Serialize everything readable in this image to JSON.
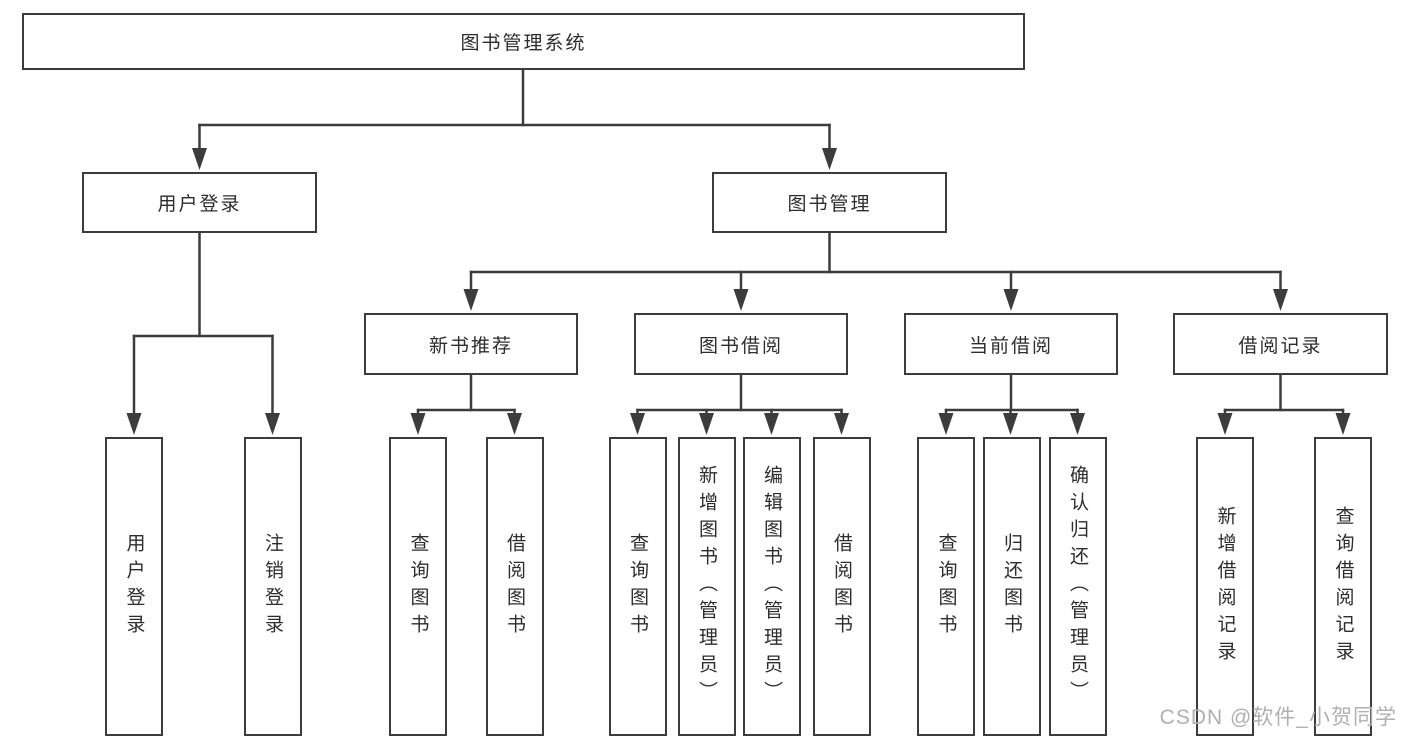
{
  "tree": {
    "root": {
      "label": "图书管理系统"
    },
    "children": [
      {
        "label": "用户登录",
        "children": [
          {
            "label": "用户登录"
          },
          {
            "label": "注销登录"
          }
        ]
      },
      {
        "label": "图书管理",
        "children": [
          {
            "label": "新书推荐",
            "children": [
              {
                "label": "查询图书"
              },
              {
                "label": "借阅图书"
              }
            ]
          },
          {
            "label": "图书借阅",
            "children": [
              {
                "label": "查询图书"
              },
              {
                "label": "新增图书（管理员）"
              },
              {
                "label": "编辑图书（管理员）"
              },
              {
                "label": "借阅图书"
              }
            ]
          },
          {
            "label": "当前借阅",
            "children": [
              {
                "label": "查询图书"
              },
              {
                "label": "归还图书"
              },
              {
                "label": "确认归还（管理员）"
              }
            ]
          },
          {
            "label": "借阅记录",
            "children": [
              {
                "label": "新增借阅记录"
              },
              {
                "label": "查询借阅记录"
              }
            ]
          }
        ]
      }
    ]
  },
  "watermark": {
    "text": "CSDN @软件_小贺同学"
  },
  "colors": {
    "line": "#3c3c3c",
    "box_border": "#3c3c3c",
    "box_fill": "#ffffff",
    "text": "#2d2d2d",
    "background": "#ffffff",
    "watermark": "#b0b0b0"
  }
}
